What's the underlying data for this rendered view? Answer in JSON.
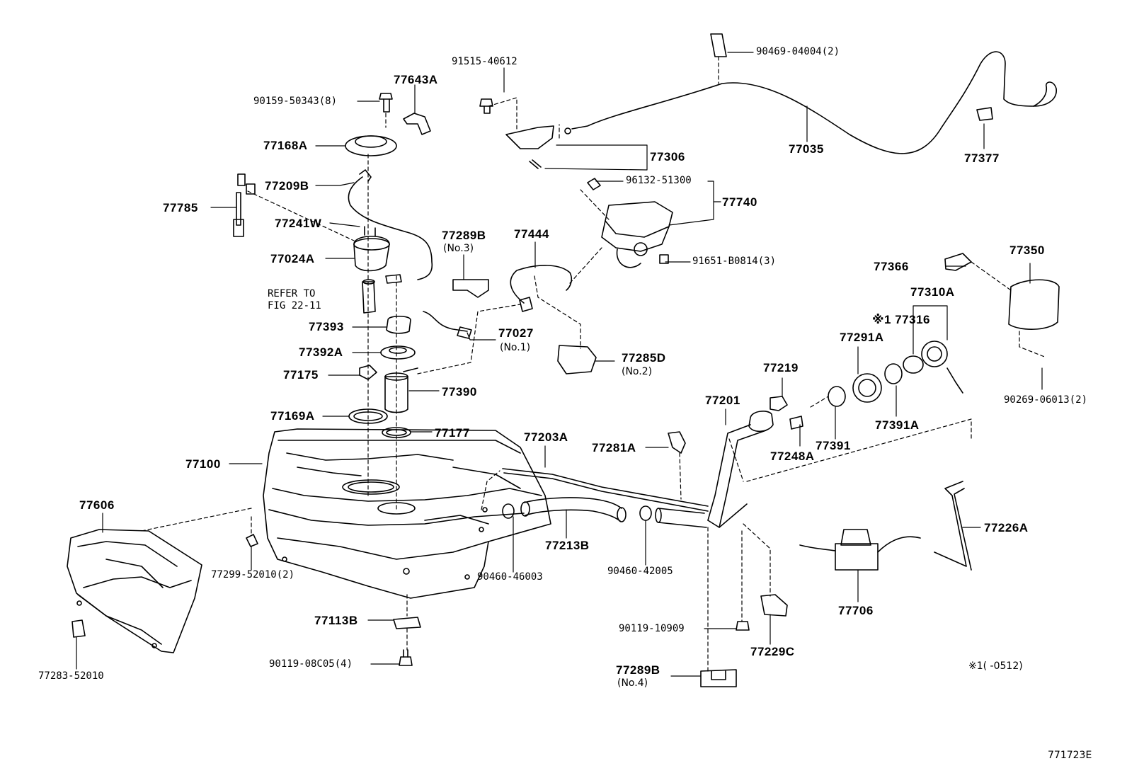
{
  "labels": {
    "p77643A": "77643A",
    "p91515_40612": "91515-40612",
    "p90469_04004": "90469-04004(2)",
    "p90159_50343": "90159-50343(8)",
    "p77168A": "77168A",
    "p77306": "77306",
    "p77035": "77035",
    "p77377": "77377",
    "p96132_51300": "96132-51300",
    "p77740": "77740",
    "p77209B": "77209B",
    "p77785": "77785",
    "p77241W": "77241W",
    "p77289B_no3": "77289B",
    "no3": "(No.3)",
    "p77444": "77444",
    "p91651_B0814": "91651-B0814(3)",
    "p77024A": "77024A",
    "refer1": "REFER TO",
    "refer2": "FIG 22-11",
    "p77350": "77350",
    "p77366": "77366",
    "p77310A": "77310A",
    "p77316": "※1 77316",
    "p77393": "77393",
    "p77027": "77027",
    "no1": "(No.1)",
    "p77291A": "77291A",
    "p77392A": "77392A",
    "p77285D": "77285D",
    "no2": "(No.2)",
    "p77175": "77175",
    "p77219": "77219",
    "p77390": "77390",
    "p77201": "77201",
    "p90269_06013": "90269-06013(2)",
    "p77169A": "77169A",
    "p77391A": "77391A",
    "p77177": "77177",
    "p77203A": "77203A",
    "p77281A": "77281A",
    "p77391": "77391",
    "p77248A": "77248A",
    "p77100": "77100",
    "p77606": "77606",
    "p77226A": "77226A",
    "p77213B": "77213B",
    "p77299_52010": "77299-52010(2)",
    "p90460_46003": "90460-46003",
    "p90460_42005": "90460-42005",
    "p77706": "77706",
    "p77113B": "77113B",
    "p90119_10909": "90119-10909",
    "p77229C": "77229C",
    "p77283_52010": "77283-52010",
    "p90119_08C05": "90119-08C05(4)",
    "p77289B_no4": "77289B",
    "no4": "(No.4)",
    "footnote": "※1(   -0512)",
    "figure_id": "771723E"
  }
}
